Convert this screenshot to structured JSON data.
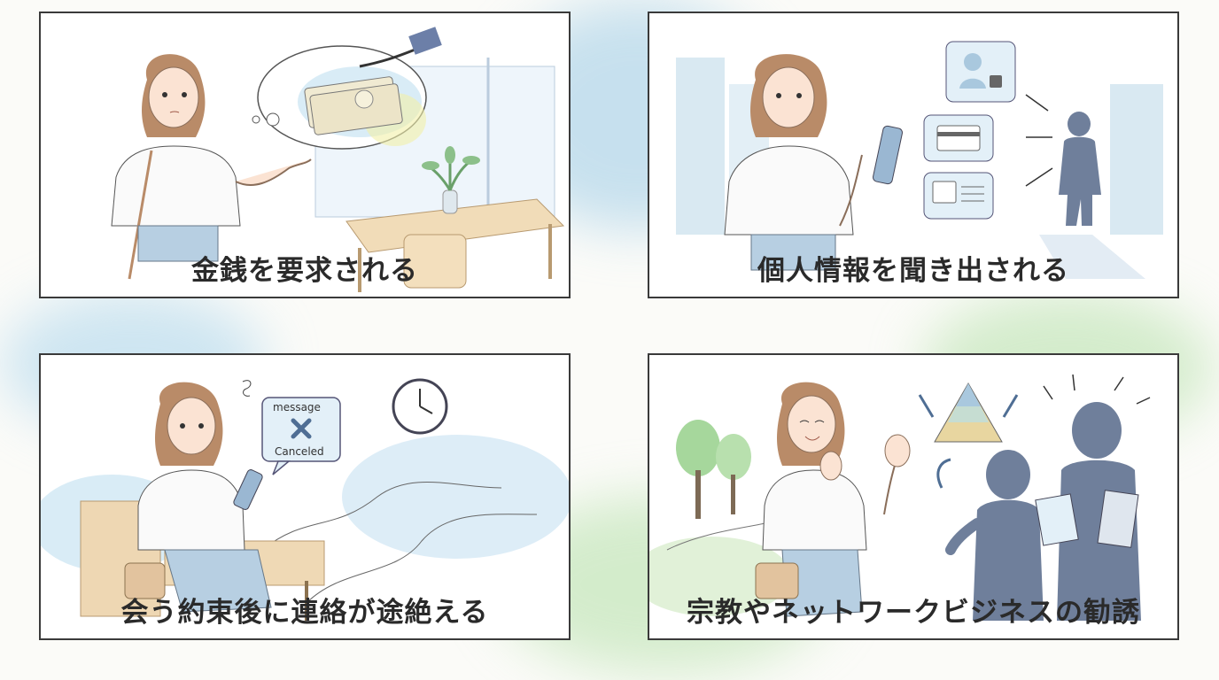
{
  "panels": [
    {
      "caption": "金銭を要求される"
    },
    {
      "caption": "個人情報を聞き出される"
    },
    {
      "caption": "会う約束後に連絡が途絶える",
      "bubble": {
        "line1": "message",
        "line2": "Canceled"
      }
    },
    {
      "caption": "宗教やネットワークビジネスの勧誘"
    }
  ],
  "colors": {
    "accent_blue": "#9ccbe6",
    "accent_green": "#a8dca0",
    "border": "#3a3a3a"
  }
}
